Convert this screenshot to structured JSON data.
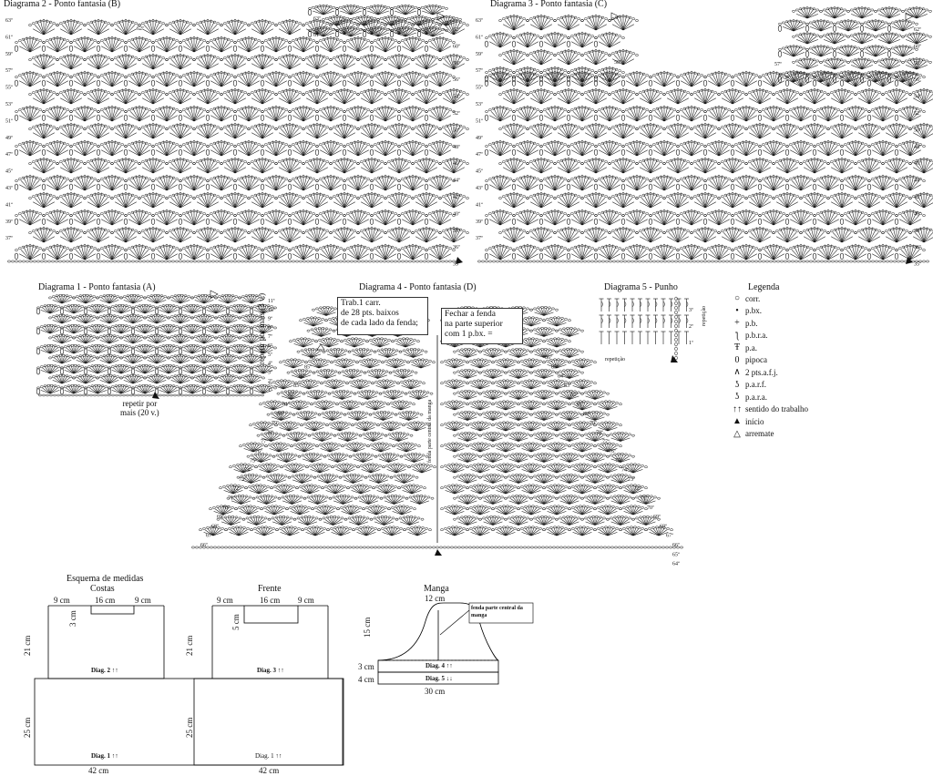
{
  "diagrams": {
    "diag2": {
      "title": "Diagrama 2 - Ponto fantasia (B)",
      "left_rows": [
        "63ª",
        "61ª",
        "59ª",
        "57ª",
        "55ª",
        "53ª",
        "51ª",
        "49ª",
        "47ª",
        "45ª",
        "43ª",
        "41ª",
        "39ª",
        "37ª"
      ],
      "right_rows": [
        "62ª",
        "60ª",
        "58ª",
        "56ª",
        "54ª",
        "52ª",
        "50ª",
        "48ª",
        "46ª",
        "44ª",
        "42ª",
        "40ª",
        "38ª",
        "36ª",
        "35ª"
      ],
      "extra_left": "63ª",
      "extra_left2": "61ª"
    },
    "diag3": {
      "title": "Diagrama 3 - Ponto fantasia (C)",
      "left_rows": [
        "63ª",
        "61ª",
        "59ª",
        "57ª",
        "55ª",
        "53ª",
        "51ª",
        "49ª",
        "47ª",
        "45ª",
        "43ª",
        "41ª",
        "39ª",
        "37ª"
      ],
      "right_rows": [
        "62ª",
        "60ª",
        "58ª",
        "56ª",
        "54ª",
        "52ª",
        "50ª",
        "48ª",
        "46ª",
        "44ª",
        "42ª",
        "40ª",
        "38ª",
        "36ª",
        "35ª"
      ],
      "extra_left": "57ª",
      "extra_left2": "58ª"
    },
    "diag1": {
      "title": "Diagrama 1 - Ponto fantasia (A)",
      "right_rows": [
        "11ª",
        "10ª",
        "9ª",
        "8ª",
        "7ª",
        "6ª",
        "5ª",
        "4ª",
        "3ª",
        "2ª",
        "1ª"
      ],
      "repeat_v": "repetir por mais (3 v.)",
      "repeat_h1": "repetir por",
      "repeat_h2": "mais (20 v.)"
    },
    "diag4": {
      "title": "Diagrama 4 - Ponto fantasia (D)",
      "note1": [
        "Trab.1 carr.",
        "de 28 pts. baixos",
        "de cada lado da fenda;"
      ],
      "note2": [
        "Fechar a fenda",
        "na parte superior",
        "com 1 p.bx. = "
      ],
      "fenda_label": "fenda parte central da manga",
      "left_rows": [
        "86ª",
        "85ª",
        "84ª",
        "83ª",
        "82ª",
        "81ª",
        "80ª",
        "79ª",
        "78ª",
        "77ª",
        "76ª",
        "75ª",
        "74ª",
        "73ª",
        "72ª",
        "71ª",
        "70ª",
        "69ª",
        "68ª",
        "67ª",
        "66ª"
      ],
      "right_rows": [
        "86ª",
        "85ª",
        "84ª",
        "83ª",
        "82ª",
        "81ª",
        "80ª",
        "79ª",
        "78ª",
        "77ª",
        "76ª",
        "75ª",
        "74ª",
        "73ª",
        "72ª",
        "71ª",
        "70ª",
        "69ª",
        "68ª",
        "67ª",
        "66ª",
        "65ª",
        "64ª"
      ]
    },
    "diag5": {
      "title": "Diagrama 5 - Punho",
      "rows": [
        "3ª",
        "2ª",
        "1ª"
      ],
      "repeat_label": "repetição",
      "repeat_v": "repetição"
    }
  },
  "legend": {
    "title": "Legenda",
    "items": [
      {
        "symbol": "○",
        "label": "corr."
      },
      {
        "symbol": "•",
        "label": "p.bx."
      },
      {
        "symbol": "+",
        "label": "p.b."
      },
      {
        "symbol": "ƪ",
        "label": "p.b.r.a."
      },
      {
        "symbol": "Ŧ",
        "label": "p.a."
      },
      {
        "symbol": "0",
        "label": "pipoca"
      },
      {
        "symbol": "∧",
        "label": "2 pts.a.f.j."
      },
      {
        "symbol": "ʖ",
        "label": "p.a.r.f."
      },
      {
        "symbol": "ʖ",
        "label": "p.a.r.a."
      },
      {
        "symbol": "↑↑",
        "label": "sentido do trabalho"
      },
      {
        "symbol": "▲",
        "label": "início"
      },
      {
        "symbol": "△",
        "label": "arremate"
      }
    ]
  },
  "schematics": {
    "costas": {
      "title1": "Esquema de medidas",
      "title2": "Costas",
      "top_left": "9 cm",
      "top_mid": "16 cm",
      "top_right": "9 cm",
      "neck": "3 cm",
      "upper_h": "21 cm",
      "lower_h": "25 cm",
      "upper_label": "Diag. 2 ↑↑",
      "lower_label": "Diag. 1 ↑↑",
      "width": "42 cm"
    },
    "frente": {
      "title": "Frente",
      "top_left": "9 cm",
      "top_mid": "16 cm",
      "top_right": "9 cm",
      "neck": "5 cm",
      "upper_h": "21 cm",
      "lower_h": "25 cm",
      "upper_label": "Diag. 3 ↑↑",
      "lower_label": "Diag. 1 ↑↑",
      "width": "42 cm"
    },
    "manga": {
      "title": "Manga",
      "top": "12 cm",
      "cap_h": "15 cm",
      "band1_h": "3 cm",
      "band2_h": "4 cm",
      "band1_label": "Diag. 4 ↑↑",
      "band2_label": "Diag. 5 ↓↓",
      "width": "30 cm",
      "fenda_note": "fenda parte central da manga"
    }
  }
}
